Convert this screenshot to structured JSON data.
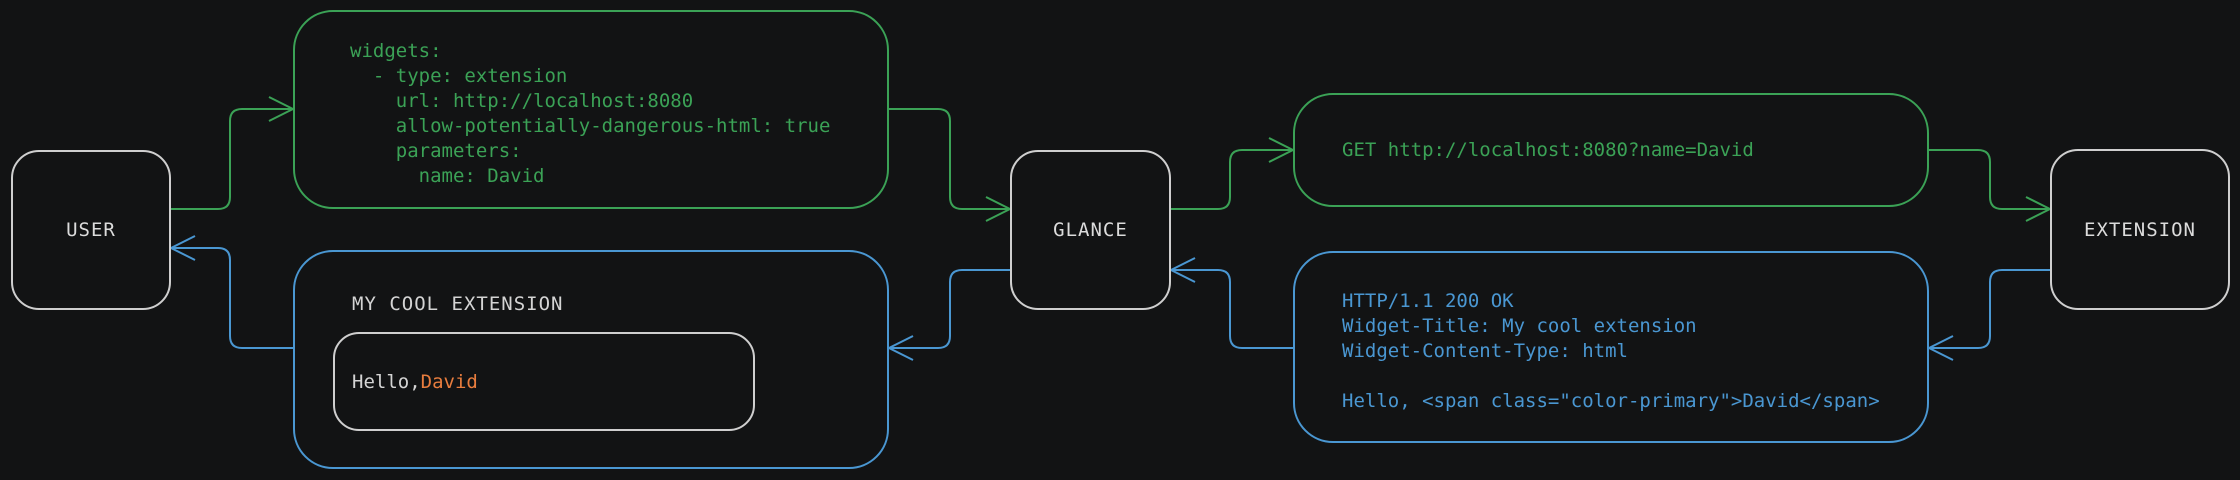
{
  "diagram": {
    "nodes": {
      "user": {
        "label": "USER"
      },
      "glance": {
        "label": "GLANCE"
      },
      "extension": {
        "label": "EXTENSION"
      }
    },
    "config_box": {
      "code": "widgets:\n  - type: extension\n    url: http://localhost:8080\n    allow-potentially-dangerous-html: true\n    parameters:\n      name: David"
    },
    "request_box": {
      "text": "GET http://localhost:8080?name=David"
    },
    "response_box": {
      "code": "HTTP/1.1 200 OK\nWidget-Title: My cool extension\nWidget-Content-Type: html\n\nHello, <span class=\"color-primary\">David</span>"
    },
    "widget_preview": {
      "title": "MY COOL EXTENSION",
      "greeting_prefix": "Hello, ",
      "greeting_name": "David"
    },
    "colors": {
      "request_flow_green": "#3ba256",
      "response_flow_blue": "#4a97d2",
      "accent_name_orange": "#e87d3e",
      "node_border_gray": "#cfcfcf",
      "background": "#121314"
    }
  }
}
